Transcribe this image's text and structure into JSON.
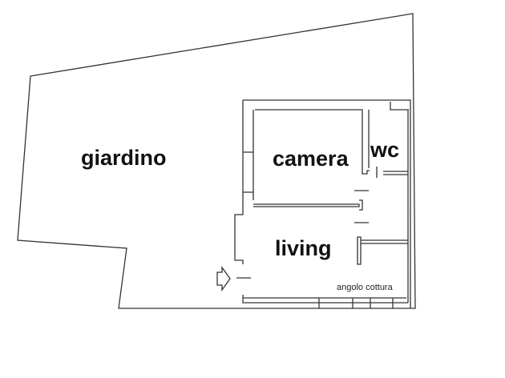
{
  "rooms": {
    "garden": "giardino",
    "bedroom": "camera",
    "bathroom": "wc",
    "living": "living",
    "kitchenette": "angolo cottura"
  },
  "colors": {
    "line": "#333333",
    "text": "#111111"
  }
}
